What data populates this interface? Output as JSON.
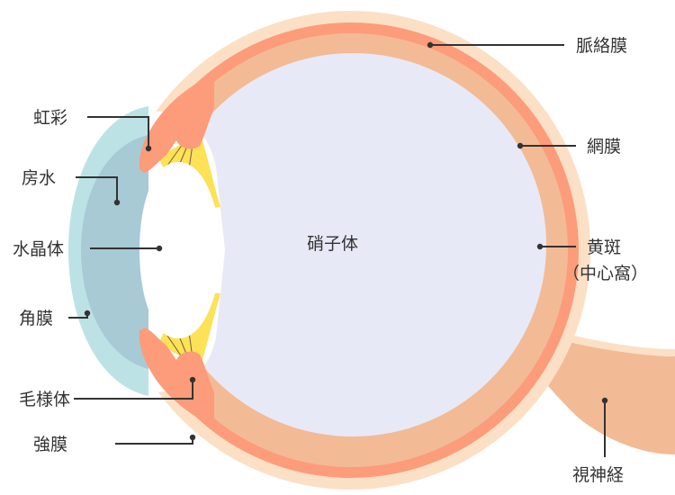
{
  "labels": {
    "choroid": "脈絡膜",
    "retina": "網膜",
    "macula_line1": "黄斑",
    "macula_line2": "（中心窩）",
    "optic_nerve": "視神経",
    "iris": "虹彩",
    "aqueous": "房水",
    "lens": "水晶体",
    "cornea": "角膜",
    "ciliary": "毛様体",
    "sclera": "強膜",
    "vitreous": "硝子体"
  },
  "colors": {
    "sclera": "#fbe0c6",
    "choroid": "#fc9c7a",
    "retina": "#f2bb95",
    "vitreous": "#e8e9f7",
    "cornea_outer": "#bde2e6",
    "cornea_inner": "#a7cad5",
    "lens": "#ffffff",
    "zonule": "#fde157",
    "ciliary": "#fc9c7a",
    "line": "#333333"
  }
}
